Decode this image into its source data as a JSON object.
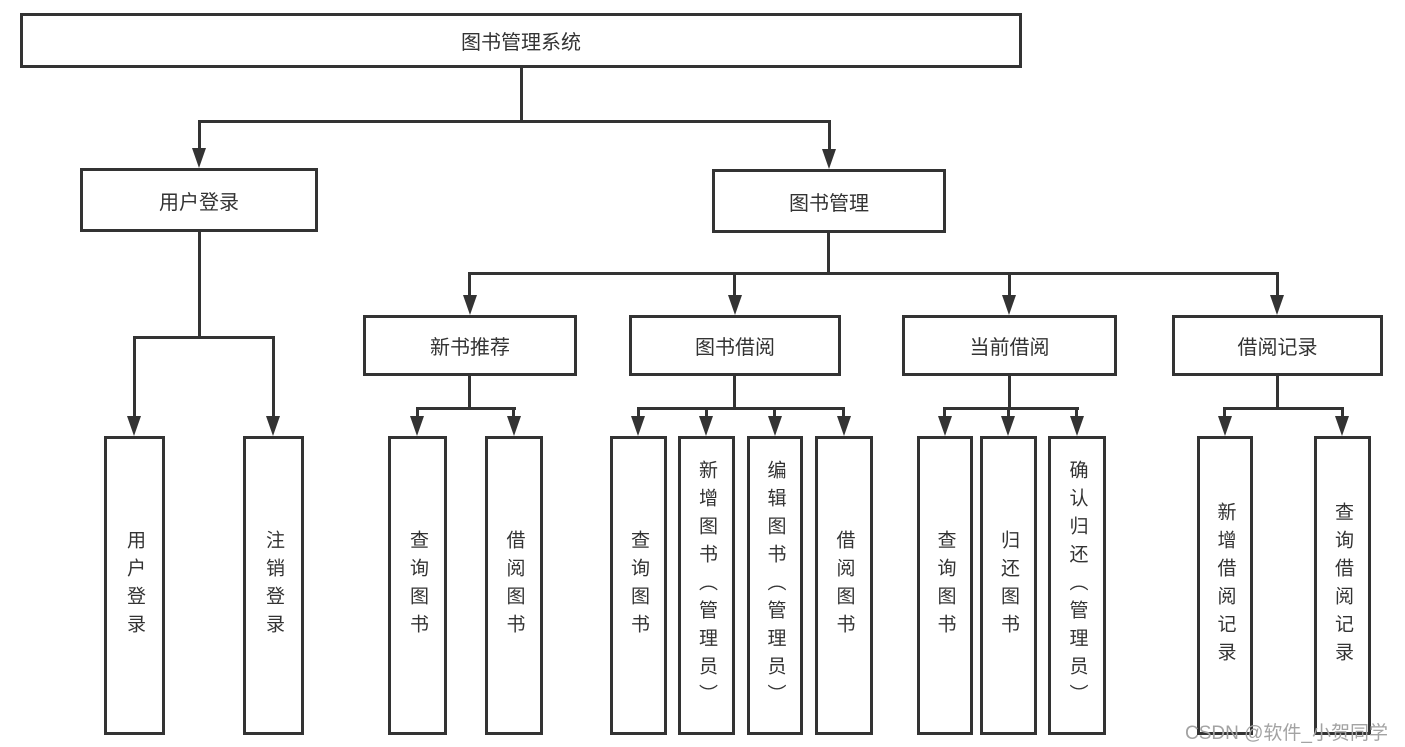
{
  "tree": {
    "label": "图书管理系统",
    "children": [
      {
        "label": "用户登录",
        "children": [
          {
            "label": "用户登录"
          },
          {
            "label": "注销登录"
          }
        ]
      },
      {
        "label": "图书管理",
        "children": [
          {
            "label": "新书推荐",
            "children": [
              {
                "label": "查询图书"
              },
              {
                "label": "借阅图书"
              }
            ]
          },
          {
            "label": "图书借阅",
            "children": [
              {
                "label": "查询图书"
              },
              {
                "label": "新增图书（管理员）"
              },
              {
                "label": "编辑图书（管理员）"
              },
              {
                "label": "借阅图书"
              }
            ]
          },
          {
            "label": "当前借阅",
            "children": [
              {
                "label": "查询图书"
              },
              {
                "label": "归还图书"
              },
              {
                "label": "确认归还（管理员）"
              }
            ]
          },
          {
            "label": "借阅记录",
            "children": [
              {
                "label": "新增借阅记录"
              },
              {
                "label": "查询借阅记录"
              }
            ]
          }
        ]
      }
    ]
  },
  "watermark": {
    "text": "CSDN @软件_小贺同学"
  },
  "colors": {
    "line": "#333333",
    "text": "#333333",
    "watermark": "#a3a3a3",
    "background": "#ffffff"
  }
}
